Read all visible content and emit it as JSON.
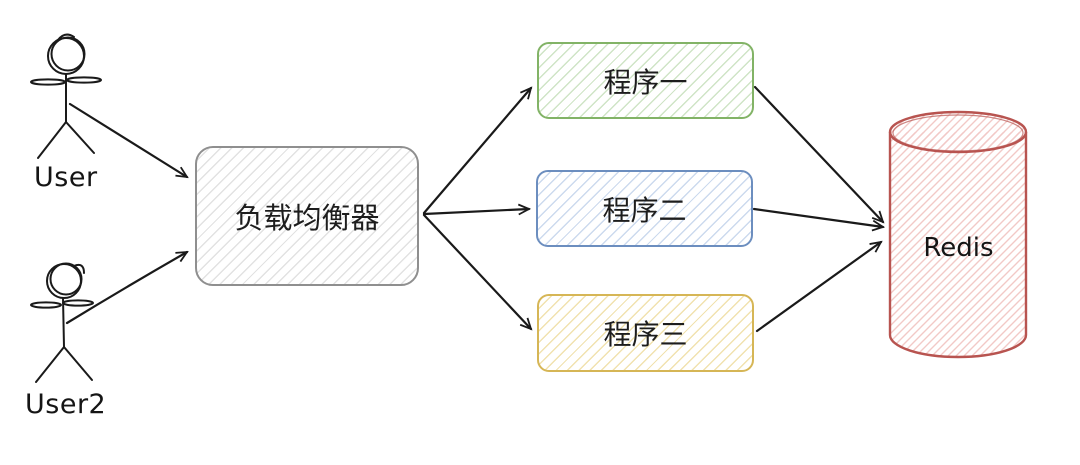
{
  "diagram": {
    "background": "#ffffff",
    "actors": [
      {
        "label": "User"
      },
      {
        "label": "User2"
      }
    ],
    "load_balancer": {
      "label": "负载均衡器",
      "stroke": "#8f8f8f",
      "hatch": "#e2e2e2"
    },
    "services": [
      {
        "label": "程序一",
        "stroke": "#82b366",
        "hatch": "#cfe4c6"
      },
      {
        "label": "程序二",
        "stroke": "#6c8ebf",
        "hatch": "#ccdaee"
      },
      {
        "label": "程序三",
        "stroke": "#d6b656",
        "hatch": "#f1e2af"
      }
    ],
    "database": {
      "label": "Redis",
      "stroke": "#b85450",
      "hatch": "#f2c9c7"
    },
    "arrow_color": "#1a1a1a",
    "edges": [
      {
        "from": "User",
        "to": "负载均衡器"
      },
      {
        "from": "User2",
        "to": "负载均衡器"
      },
      {
        "from": "负载均衡器",
        "to": "程序一"
      },
      {
        "from": "负载均衡器",
        "to": "程序二"
      },
      {
        "from": "负载均衡器",
        "to": "程序三"
      },
      {
        "from": "程序一",
        "to": "Redis"
      },
      {
        "from": "程序二",
        "to": "Redis"
      },
      {
        "from": "程序三",
        "to": "Redis"
      }
    ]
  }
}
